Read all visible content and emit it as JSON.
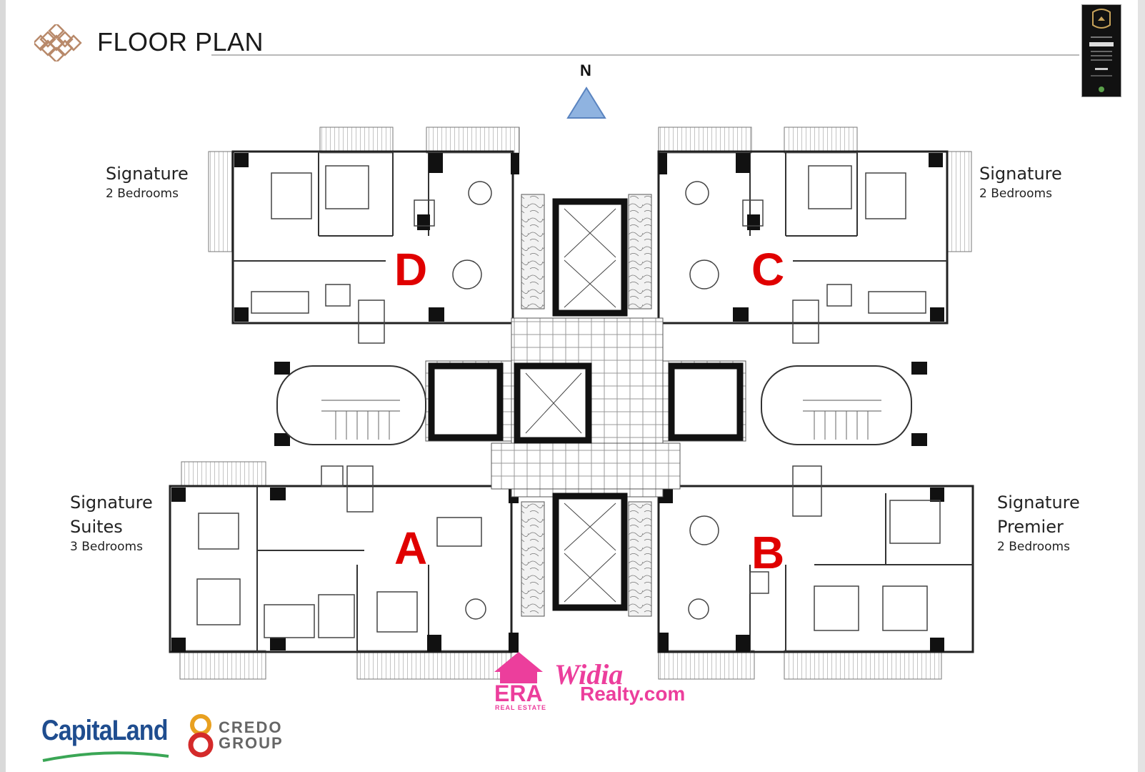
{
  "header": {
    "title": "FLOOR PLAN",
    "logo_icon": "knot-icon"
  },
  "compass": {
    "label": "N"
  },
  "units": [
    {
      "id": "D",
      "name": "Signature",
      "beds": "2 Bedrooms"
    },
    {
      "id": "C",
      "name": "Signature",
      "beds": "2 Bedrooms"
    },
    {
      "id": "A",
      "name_line1": "Signature",
      "name_line2": "Suites",
      "beds": "3 Bedrooms"
    },
    {
      "id": "B",
      "name_line1": "Signature",
      "name_line2": "Premier",
      "beds": "2 Bedrooms"
    }
  ],
  "unit_letters": {
    "d": "D",
    "c": "C",
    "a": "A",
    "b": "B"
  },
  "footer": {
    "capitaland": "CapitaLand",
    "credo_line1": "CREDO",
    "credo_line2": "GROUP"
  },
  "watermark": {
    "era": "ERA",
    "era_sub": "REAL ESTATE",
    "widia": "Widia",
    "realty": "Realty.com"
  },
  "colors": {
    "letters": "#e00000",
    "north_arrow": "#8fb3e0",
    "watermark": "#ec3e9c",
    "capitaland": "#1f4d8f",
    "walls": "#111111"
  }
}
